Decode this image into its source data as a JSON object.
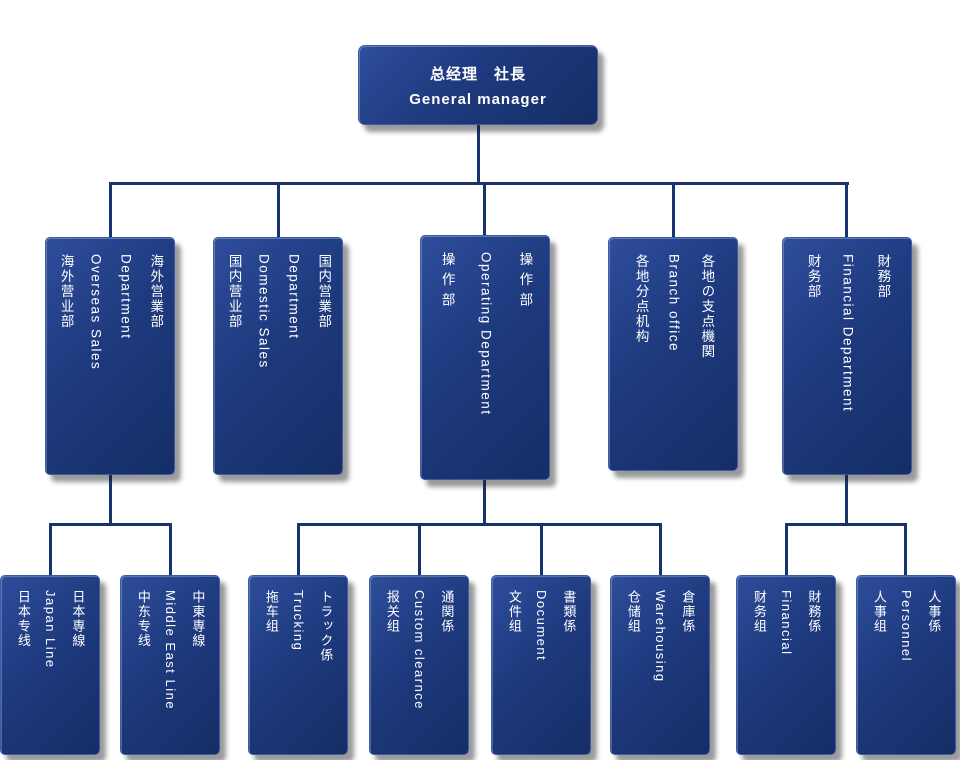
{
  "colors": {
    "box_fill": "#1e3a7e",
    "box_highlight": "#2e4d9b",
    "box_shadow_dark": "#152e66",
    "connector": "#17336e",
    "text": "#ffffff",
    "background": "#ffffff"
  },
  "root": {
    "lines": [
      "总经理　社長",
      "General manager"
    ]
  },
  "departments": [
    {
      "name": "overseas-sales",
      "lines": [
        "海外营业部",
        "Overseas Sales",
        "Department",
        "海外営業部"
      ]
    },
    {
      "name": "domestic-sales",
      "lines": [
        "国内营业部",
        "Domestic Sales",
        "Department",
        "国内営業部"
      ]
    },
    {
      "name": "operating",
      "lines": [
        "操 作 部",
        "Operating Department",
        "操 作 部"
      ]
    },
    {
      "name": "branch-office",
      "lines": [
        "各地分点机构",
        "Branch office",
        "各地の支点機関"
      ]
    },
    {
      "name": "financial",
      "lines": [
        "财务部",
        "Financial Department",
        "財務部"
      ]
    }
  ],
  "teams": [
    {
      "name": "japan-line",
      "lines": [
        "日本专线",
        "Japan Line",
        "日本専線"
      ]
    },
    {
      "name": "middle-east-line",
      "lines": [
        "中东专线",
        "Middle East Line",
        "中東専線"
      ]
    },
    {
      "name": "trucking",
      "lines": [
        "拖车组",
        "Trucking",
        "トラック係"
      ]
    },
    {
      "name": "customs-clearance",
      "lines": [
        "报关组",
        "Custom clearnce",
        "通関係"
      ]
    },
    {
      "name": "document",
      "lines": [
        "文件组",
        "Document",
        "書類係"
      ]
    },
    {
      "name": "warehousing",
      "lines": [
        "仓储组",
        "Warehousing",
        "倉庫係"
      ]
    },
    {
      "name": "financial-team",
      "lines": [
        "财务组",
        "Financial",
        "財務係"
      ]
    },
    {
      "name": "personnel",
      "lines": [
        "人事组",
        "Personnel",
        "人事係"
      ]
    }
  ]
}
